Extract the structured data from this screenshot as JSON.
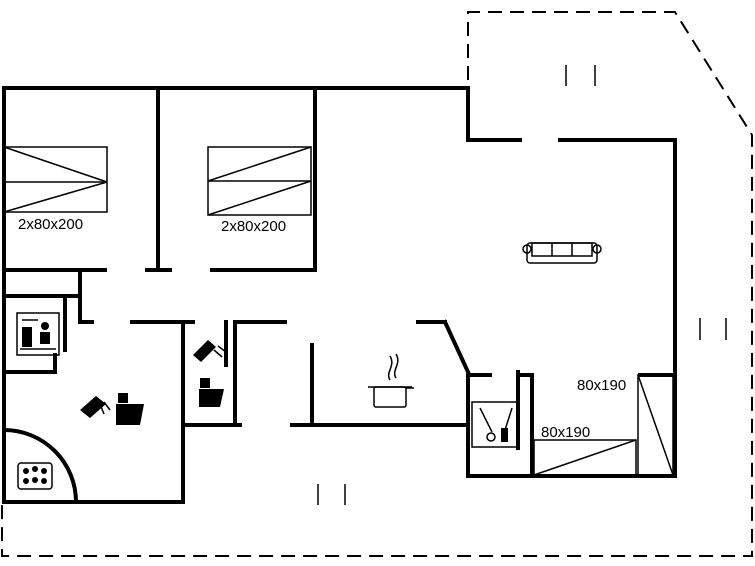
{
  "bed_labels": {
    "bedroom_1": "2x80x200",
    "bedroom_2": "2x80x200",
    "bedroom_3_upper": "80x190",
    "bedroom_3_lower": "80x190"
  },
  "icons": {
    "sofa": "sofa-icon",
    "stove": "cooking-pot-icon",
    "utility": "washing-icon",
    "sauna": "sauna-icon",
    "shower": "shower-icon",
    "toilet": "toilet-icon",
    "hot_tub": "hot-tub-icon"
  },
  "colors": {
    "line": "#000000",
    "background": "#ffffff"
  }
}
